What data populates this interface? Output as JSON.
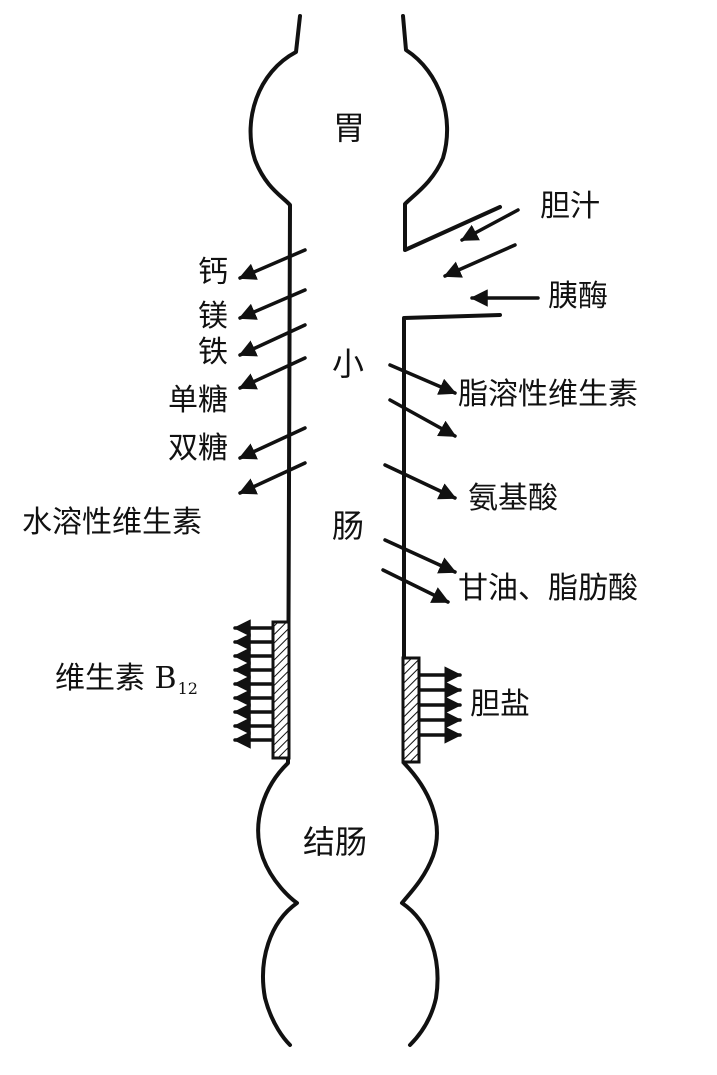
{
  "organs": {
    "stomach": "胃",
    "small_intestine": [
      "小",
      "肠"
    ],
    "colon": "结肠"
  },
  "secretions": {
    "bile": "胆汁",
    "pancreatic_enzymes": "胰酶"
  },
  "absorbed_left": {
    "calcium": "钙",
    "magnesium": "镁",
    "iron": "铁",
    "monosaccharide": "单糖",
    "disaccharide": "双糖",
    "water_soluble_vitamins": "水溶性维生素",
    "vitamin_b12": "维生素 B",
    "vitamin_b12_sub": "12"
  },
  "absorbed_right": {
    "fat_soluble_vitamins": "脂溶性维生素",
    "amino_acids": "氨基酸",
    "glycerol_fatty_acids": "甘油、脂肪酸",
    "bile_salts": "胆盐"
  }
}
